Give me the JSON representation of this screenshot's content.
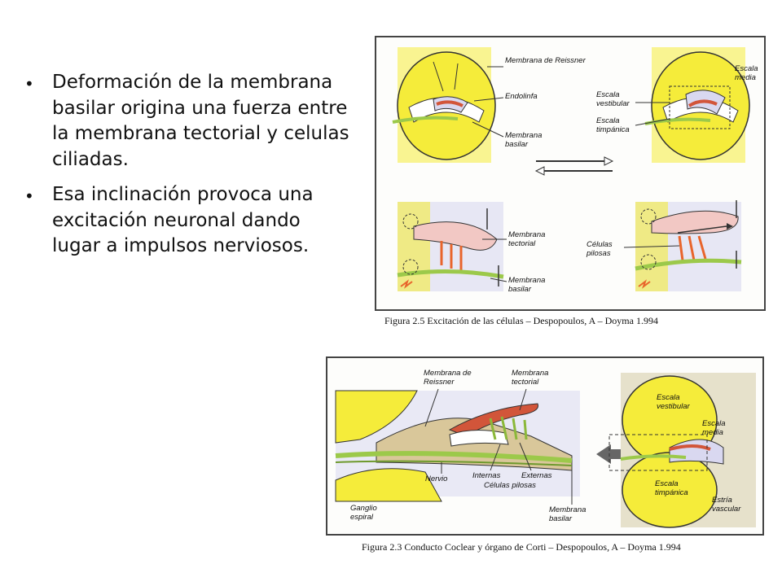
{
  "bullets": [
    "Deformación de la membrana basilar origina una fuerza entre la membrana tectorial y celulas ciliadas.",
    "Esa inclinación provoca una excitación neuronal dando lugar a impulsos nerviosos."
  ],
  "bullet_glyph": "•",
  "figure_top": {
    "caption": "Figura 2.5  Excitación de las células – Despopoulos, A – Doyma  1.994",
    "labels": {
      "membrana_reissner": "Membrana de Reissner",
      "endolinfa": "Endolinfa",
      "membrana_basilar_top": "Membrana basilar",
      "escala_media": "Escala media",
      "escala_vestibular": "Escala vestibular",
      "escala_timpanica": "Escala timpánica",
      "membrana_tectorial": "Membrana tectorial",
      "membrana_basilar_bottom": "Membrana basilar",
      "celulas_pilosas": "Células pilosas"
    }
  },
  "figure_bottom": {
    "caption": "Figura 2.3  Conducto Coclear y órgano de Corti – Despopoulos, A – Doyma  1.994",
    "labels": {
      "membrana_reissner": "Membrana de Reissner",
      "membrana_tectorial": "Membrana tectorial",
      "nervio": "Nervio",
      "internas": "Internas",
      "externas": "Externas",
      "celulas_pilosas": "Células pilosas",
      "ganglio_espiral": "Ganglio espiral",
      "membrana_basilar": "Membrana basilar",
      "escala_vestibular": "Escala vestibular",
      "escala_media": "Escala media",
      "escala_timpanica": "Escala timpánica",
      "estria_vascular": "Estría vascular"
    }
  },
  "colors": {
    "yellow": "#f5ec3a",
    "pink": "#f2c8c4",
    "red_membrane": "#d2553a",
    "lavender": "#d9d8f0",
    "green_nerve": "#9cc94a",
    "tan": "#d9c79a",
    "orange_bolt": "#e8652c"
  }
}
